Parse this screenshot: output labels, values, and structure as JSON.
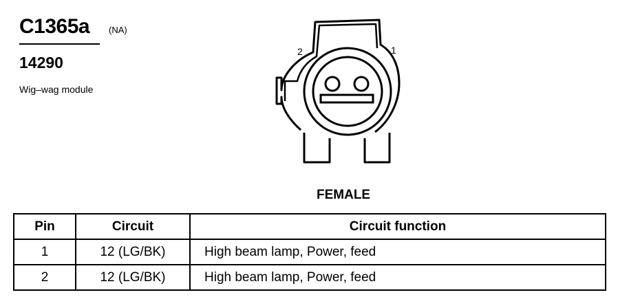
{
  "connector": {
    "id": "C1365a",
    "region": "(NA)",
    "part_number": "14290",
    "component": "Wig–wag module"
  },
  "diagram": {
    "pin_labels": {
      "pin2": "2",
      "pin1": "1"
    },
    "view": "FEMALE"
  },
  "table": {
    "headers": {
      "pin": "Pin",
      "circuit": "Circuit",
      "function": "Circuit function"
    },
    "rows": [
      {
        "pin": "1",
        "circuit": "12 (LG/BK)",
        "function": "High beam lamp, Power, feed"
      },
      {
        "pin": "2",
        "circuit": "12 (LG/BK)",
        "function": "High beam lamp, Power, feed"
      }
    ]
  }
}
